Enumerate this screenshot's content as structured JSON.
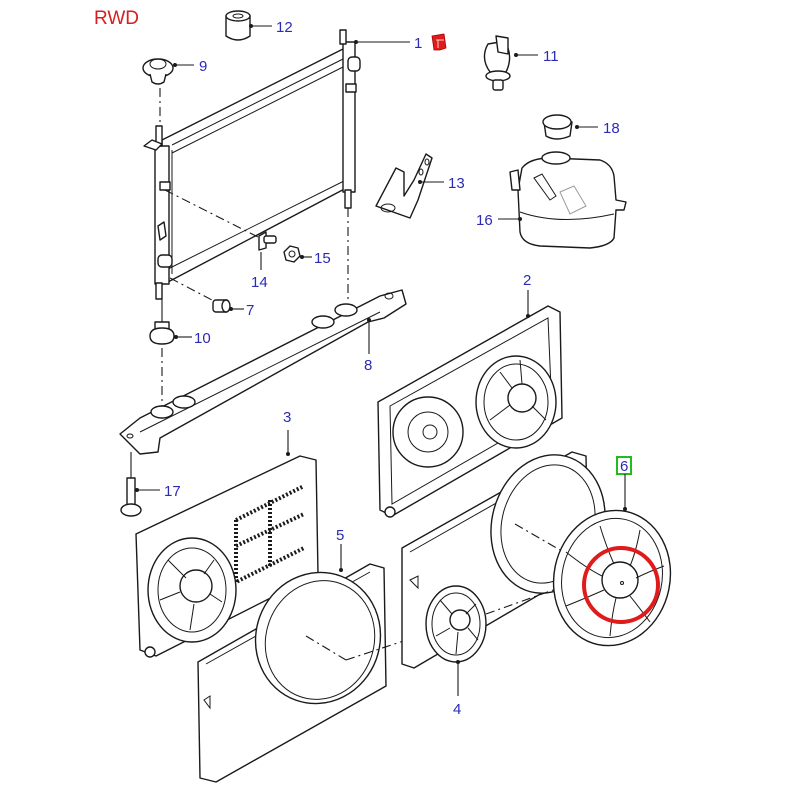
{
  "diagram": {
    "title": "RWD",
    "highlight_color": "#e01b1b",
    "selected_box_color": "#22bb22",
    "label_color": "#2b2bb5",
    "callouts": {
      "c1": "1",
      "c2": "2",
      "c3": "3",
      "c4": "4",
      "c5": "5",
      "c6": "6",
      "c7": "7",
      "c8": "8",
      "c9": "9",
      "c10": "10",
      "c11": "11",
      "c12": "12",
      "c13": "13",
      "c14": "14",
      "c15": "15",
      "c16": "16",
      "c17": "17",
      "c18": "18"
    },
    "selected_part": "6"
  }
}
